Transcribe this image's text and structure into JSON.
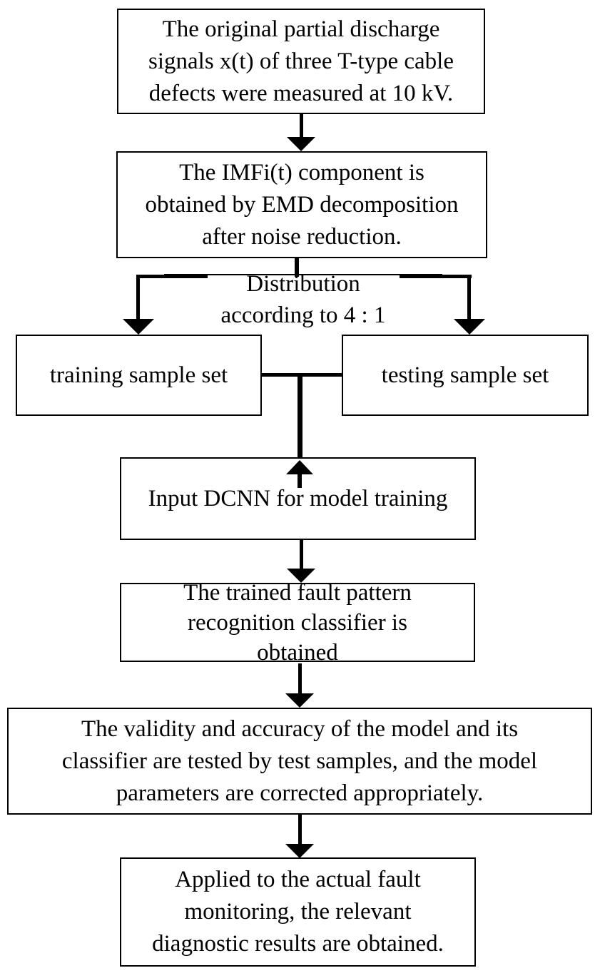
{
  "diagram": {
    "type": "flowchart",
    "background_color": "#ffffff",
    "line_color": "#000000",
    "nodes": {
      "measure": {
        "label": "The original partial discharge\nsignals x(t) of three T-type cable\ndefects were measured at 10 kV."
      },
      "emd": {
        "label": "The IMFi(t) component is\nobtained by EMD decomposition\nafter noise reduction."
      },
      "training": {
        "label": "training sample set"
      },
      "testing": {
        "label": "testing sample set"
      },
      "dcnn": {
        "label": "Input DCNN for model training"
      },
      "classifier": {
        "label": "The trained fault pattern\nrecognition classifier is\nobtained"
      },
      "validity": {
        "label": "The validity and accuracy of the model and its\nclassifier are tested by test samples, and the model\nparameters are corrected appropriately."
      },
      "applied": {
        "label": "Applied to the actual fault\nmonitoring, the relevant\ndiagnostic results are obtained."
      }
    },
    "labels": {
      "distribution": "Distribution\naccording to 4 : 1"
    },
    "edges": [
      {
        "from": "measure",
        "to": "emd"
      },
      {
        "from": "emd",
        "to": "training",
        "label": "Distribution according to 4 : 1"
      },
      {
        "from": "emd",
        "to": "testing",
        "label": "Distribution according to 4 : 1"
      },
      {
        "from": "training",
        "to": "dcnn"
      },
      {
        "from": "testing",
        "to": "dcnn"
      },
      {
        "from": "dcnn",
        "to": "classifier"
      },
      {
        "from": "classifier",
        "to": "validity"
      },
      {
        "from": "validity",
        "to": "applied"
      }
    ]
  }
}
